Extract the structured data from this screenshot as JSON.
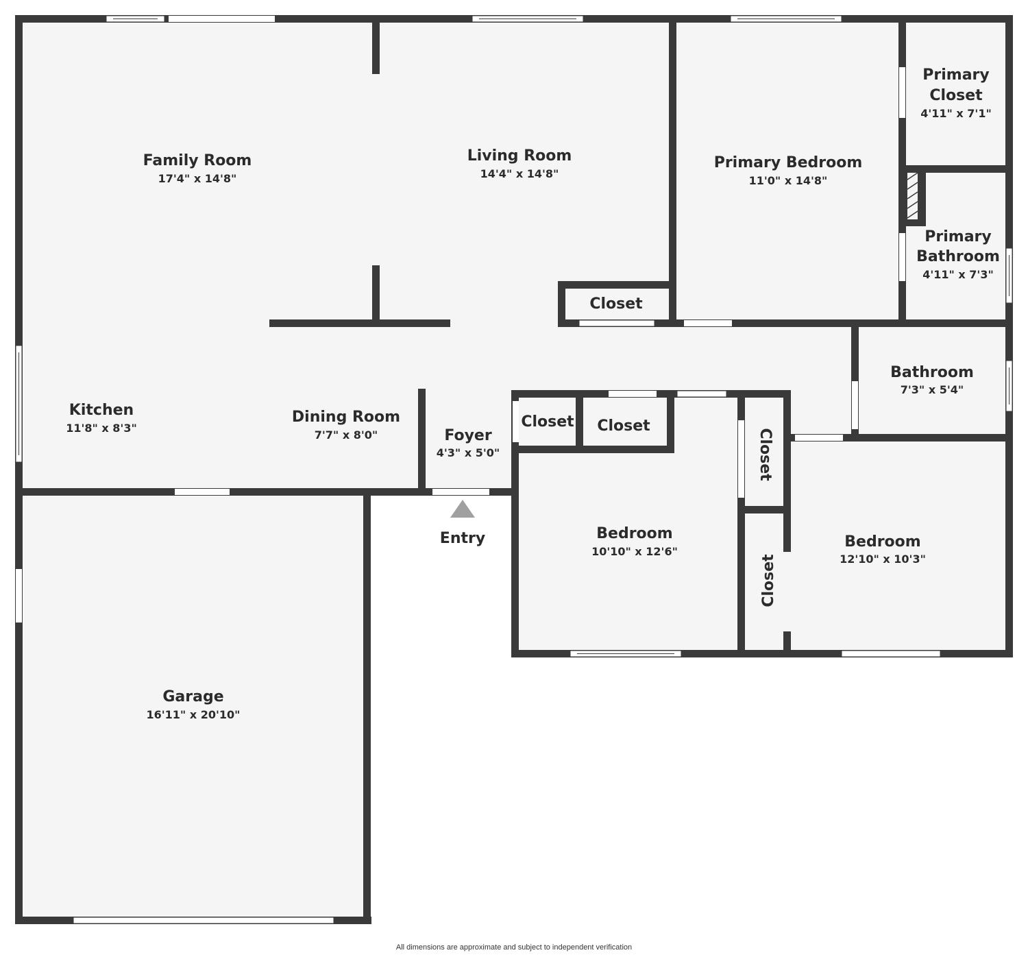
{
  "rooms": {
    "family_room": {
      "name": "Family Room",
      "dim": "17'4\" x 14'8\""
    },
    "living_room": {
      "name": "Living Room",
      "dim": "14'4\" x 14'8\""
    },
    "primary_bedroom": {
      "name": "Primary Bedroom",
      "dim": "11'0\" x 14'8\""
    },
    "primary_closet": {
      "name_line1": "Primary",
      "name_line2": "Closet",
      "dim": "4'11\" x 7'1\""
    },
    "primary_bathroom": {
      "name_line1": "Primary",
      "name_line2": "Bathroom",
      "dim": "4'11\" x 7'3\""
    },
    "hall_closet": {
      "name": "Closet"
    },
    "bathroom": {
      "name": "Bathroom",
      "dim": "7'3\" x 5'4\""
    },
    "kitchen": {
      "name": "Kitchen",
      "dim": "11'8\" x 8'3\""
    },
    "dining_room": {
      "name": "Dining Room",
      "dim": "7'7\" x 8'0\""
    },
    "foyer": {
      "name": "Foyer",
      "dim": "4'3\" x 5'0\""
    },
    "closet_small": {
      "name": "Closet"
    },
    "closet_medium": {
      "name": "Closet"
    },
    "closet_vertical_upper": {
      "name": "Closet"
    },
    "closet_vertical_lower": {
      "name": "Closet"
    },
    "bedroom_left": {
      "name": "Bedroom",
      "dim": "10'10\" x 12'6\""
    },
    "bedroom_right": {
      "name": "Bedroom",
      "dim": "12'10\" x 10'3\""
    },
    "garage": {
      "name": "Garage",
      "dim": "16'11\" x 20'10\""
    }
  },
  "entry": {
    "label": "Entry"
  },
  "footer": {
    "disclaimer": "All dimensions are approximate and subject to independent verification"
  },
  "colors": {
    "wall": "#3a3a3a",
    "floor": "#f5f5f5",
    "entry_marker": "#a0a0a0"
  }
}
